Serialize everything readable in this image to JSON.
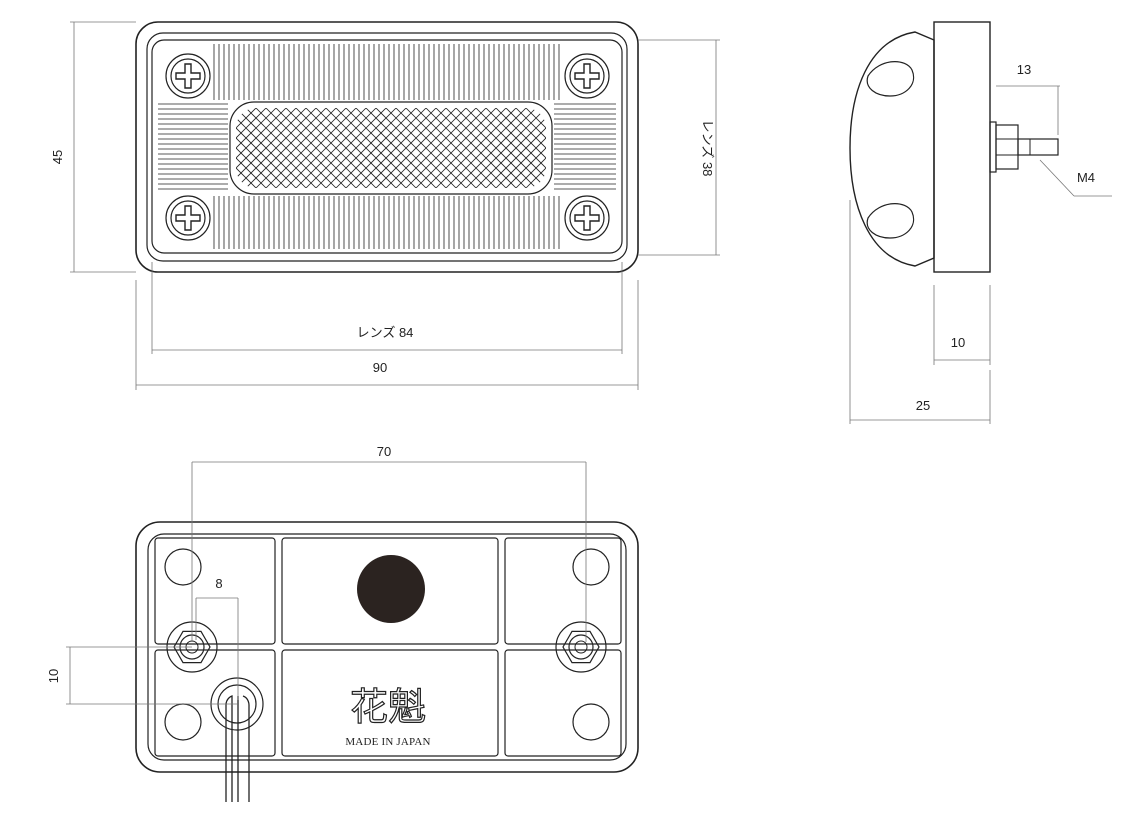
{
  "dimensions": {
    "front_height": "45",
    "lens_height": "レンズ 38",
    "lens_width": "レンズ 84",
    "overall_width": "90",
    "stud_length": "13",
    "thread": "M4",
    "base_thickness": "10",
    "overall_depth": "25",
    "mount_spacing": "70",
    "cable_offset": "8",
    "vertical_offset": "10"
  },
  "branding": {
    "logo_text": "花魁",
    "origin_label": "MADE IN JAPAN"
  },
  "colors": {
    "line": "#222222",
    "dim_line": "#777777",
    "sensor_dot": "#2b2320"
  }
}
